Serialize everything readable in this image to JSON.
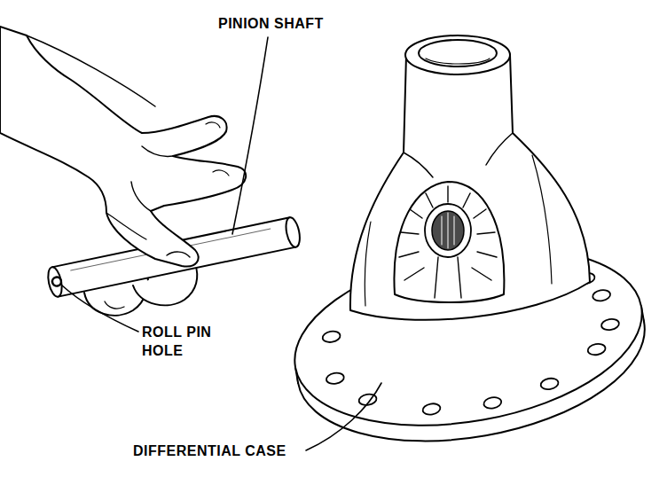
{
  "diagram": {
    "labels": [
      "PINION SHAFT",
      "ROLL PIN HOLE",
      "DIFFERENTIAL CASE"
    ]
  }
}
